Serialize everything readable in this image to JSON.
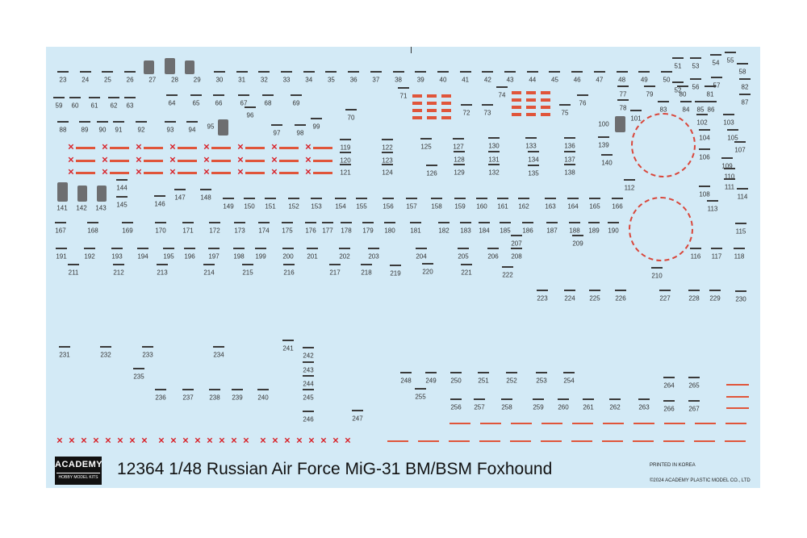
{
  "sheet": {
    "product_code": "12364",
    "title": "12364 1/48 Russian Air Force MiG-31 BM/BSM Foxhound",
    "brand": "ACADEMY",
    "brand_tagline": "HOBBY MODEL KITS",
    "printed": "PRINTED IN KOREA",
    "copyright": "©2024 ACADEMY PLASTIC MODEL CO., LTD",
    "decal_numbers_count": 245,
    "colors": {
      "sheet": "#d3eaf6",
      "red": "#d8232a",
      "grey": "#6d6e70"
    }
  }
}
